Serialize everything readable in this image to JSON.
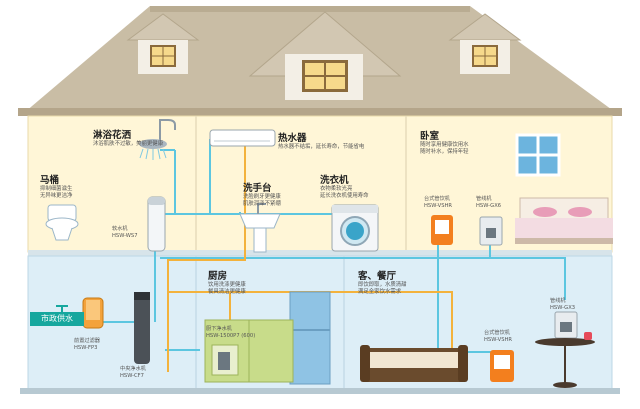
{
  "rooms": {
    "shower": {
      "title": "淋浴花洒",
      "desc": [
        "沐浴肌肤不过敏，美丽更健康"
      ]
    },
    "toilet": {
      "title": "马桶",
      "desc": [
        "抑制细菌滋生",
        "无异味更洁净"
      ]
    },
    "heater": {
      "title": "热水器",
      "desc": [
        "热水器不结垢，延长寿命，节能省电"
      ]
    },
    "bedroom": {
      "title": "卧室",
      "desc": [
        "随时享用健康饮用水",
        "随时补水，保持年轻"
      ]
    },
    "washbasin": {
      "title": "洗手台",
      "desc": [
        "洗脸刷牙更健康",
        "肌肤润泽不紧绷"
      ]
    },
    "washer": {
      "title": "洗衣机",
      "desc": [
        "衣物柔软光亮",
        "延长洗衣机使用寿命"
      ]
    },
    "kitchen": {
      "title": "厨房",
      "desc": [
        "饮用洗涤更健康",
        "餐具清洁更健康"
      ]
    },
    "living": {
      "title": "客、餐厅",
      "desc": [
        "即饮即取，水质清甜",
        "满足全家饮水需求"
      ]
    }
  },
  "devices": {
    "softener": {
      "name": "软水机",
      "model": "HSW-WS7"
    },
    "bed_left": {
      "name": "台式管饮机",
      "model": "HSW-VSHR"
    },
    "bed_right": {
      "name": "管线机",
      "model": "HSW-GX6"
    },
    "undersink": {
      "name": "厨下净水机",
      "model": "HSW-1500P7 (600)"
    },
    "prefilter": {
      "name": "前置过滤器",
      "model": "HSW-FP3"
    },
    "central": {
      "name": "中央净水机",
      "model": "HSW-CF7"
    },
    "living_right": {
      "name": "管线机",
      "model": "HSW-GX3"
    },
    "living_desk": {
      "name": "台式管饮机",
      "model": "HSW-VSHR"
    }
  },
  "city_water": "市政供水",
  "colors": {
    "roof": "#c7bba3",
    "upper_floor": "#fff6d7",
    "lower_floor": "#ddeef7",
    "pipe_clean": "#5cc6e0",
    "pipe_hot": "#f3b23c",
    "accent": "#16a79e"
  }
}
